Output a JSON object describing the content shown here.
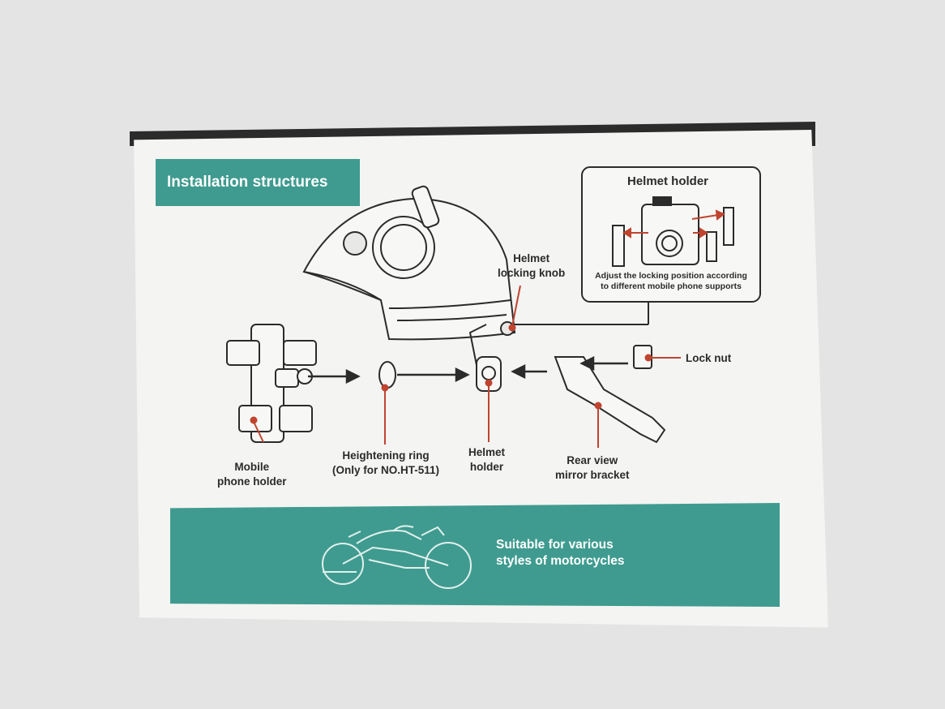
{
  "heading": "Installation structures",
  "inset": {
    "title": "Helmet holder",
    "note_line1": "Adjust the locking position according",
    "note_line2": "to different mobile phone supports"
  },
  "labels": {
    "helmet_locking_knob_1": "Helmet",
    "helmet_locking_knob_2": "locking knob",
    "lock_nut": "Lock nut",
    "mobile_phone_holder_1": "Mobile",
    "mobile_phone_holder_2": "phone holder",
    "heightening_ring_1": "Heightening ring",
    "heightening_ring_2": "(Only for NO.HT-511)",
    "helmet_holder_1": "Helmet",
    "helmet_holder_2": "holder",
    "rear_view_1": "Rear view",
    "rear_view_2": "mirror bracket"
  },
  "slogan": {
    "line1": "Suitable for various",
    "line2": "styles of motorcycles"
  },
  "colors": {
    "teal": "#3f9b8f",
    "pointer": "#c0442f",
    "ink": "#2b2b2b",
    "box": "#f4f4f2",
    "background": "#e4e4e4"
  }
}
